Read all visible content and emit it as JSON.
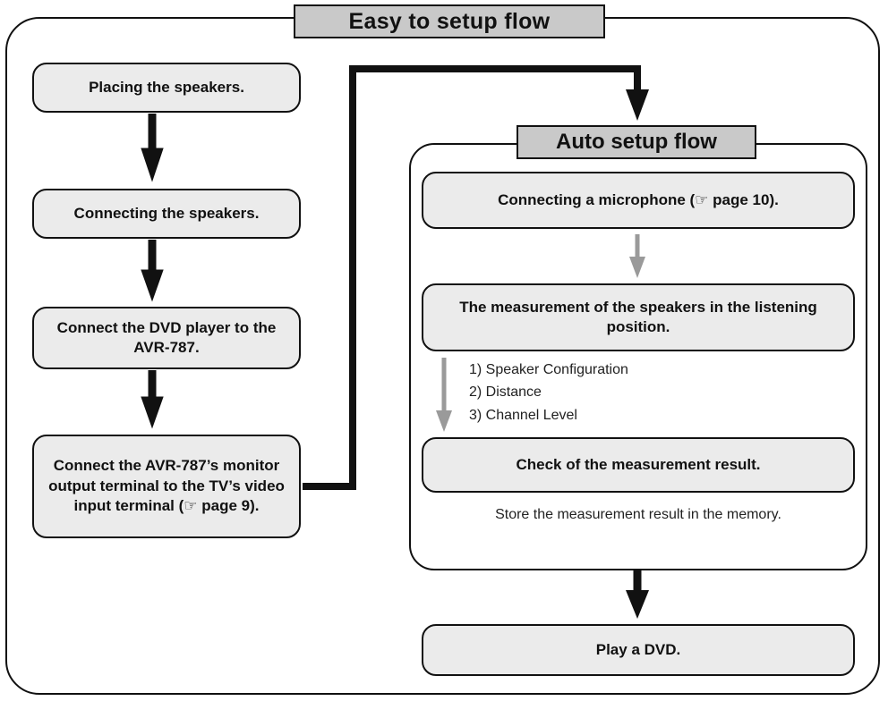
{
  "diagram": {
    "title": "Easy to setup flow",
    "left_steps": [
      "Placing the speakers.",
      "Connecting the speakers.",
      "Connect the DVD player to the AVR-787.",
      "Connect the AVR-787’s monitor output terminal to the TV’s video input terminal (☞ page 9)."
    ],
    "auto_setup": {
      "title": "Auto setup flow",
      "steps": [
        "Connecting a microphone (☞ page 10).",
        "The measurement of the speakers in the listening position.",
        "Check of the measurement result."
      ],
      "measurement_items": [
        "1)  Speaker Configuration",
        "2)  Distance",
        "3)  Channel Level"
      ],
      "note": "Store the measurement result in the memory."
    },
    "final_step": "Play a DVD.",
    "colors": {
      "box_fill": "#ebebeb",
      "tab_fill": "#c9c9c9",
      "line": "#111111",
      "gray_arrow": "#9a9a9a"
    }
  }
}
